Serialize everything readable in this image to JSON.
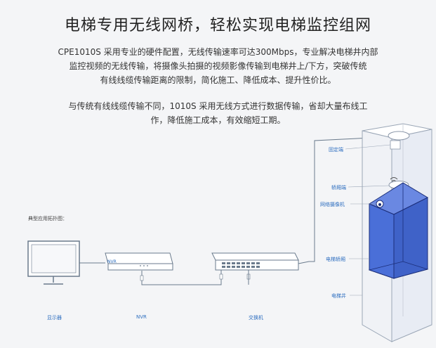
{
  "header": {
    "title": "电梯专用无线网桥，轻松实现电梯监控组网"
  },
  "intro": {
    "line1": "CPE1010S 采用专业的硬件配置，无线传输速率可达300Mbps，专业解决电梯井内部",
    "line2": "监控视频的无线传输，将摄像头拍摄的视频影像传输到电梯井上/下方，突破传统",
    "line3": "有线线缆传输距离的限制，简化施工、降低成本、提升性价比。"
  },
  "intro2": {
    "line1": "与传统有线线缆传输不同，1010S 采用无线方式进行数据传输，省却大量布线工",
    "line2": "作，降低施工成本，有效缩短工期。"
  },
  "diagram": {
    "topology_label": "典型应用拓扑图：",
    "monitor_label": "显示器",
    "nvr_label": "NVR",
    "nvr_device_text": "NVR",
    "switch_label": "交换机",
    "fixed_end_label": "固定端",
    "car_end_label": "轿厢端",
    "camera_label": "网络摄像机",
    "car_label": "电梯轿厢",
    "shaft_label": "电梯井",
    "colors": {
      "line": "#6a7a8c",
      "accent": "#2f6fc0",
      "car_fill": "#4a6fd8",
      "shaft_fill": "#e8ecf4"
    }
  }
}
